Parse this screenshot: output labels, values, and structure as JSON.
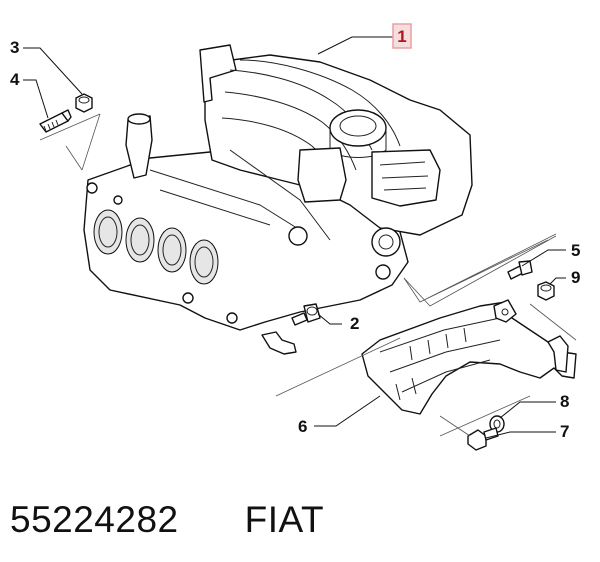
{
  "callouts": {
    "c1": "1",
    "c2": "2",
    "c3": "3",
    "c4": "4",
    "c5": "5",
    "c6": "6",
    "c7": "7",
    "c8": "8",
    "c9": "9"
  },
  "footer": {
    "part_number": "55224282",
    "brand": "FIAT"
  },
  "colors": {
    "highlight_box": "#e8a0a0",
    "text": "#111111"
  }
}
